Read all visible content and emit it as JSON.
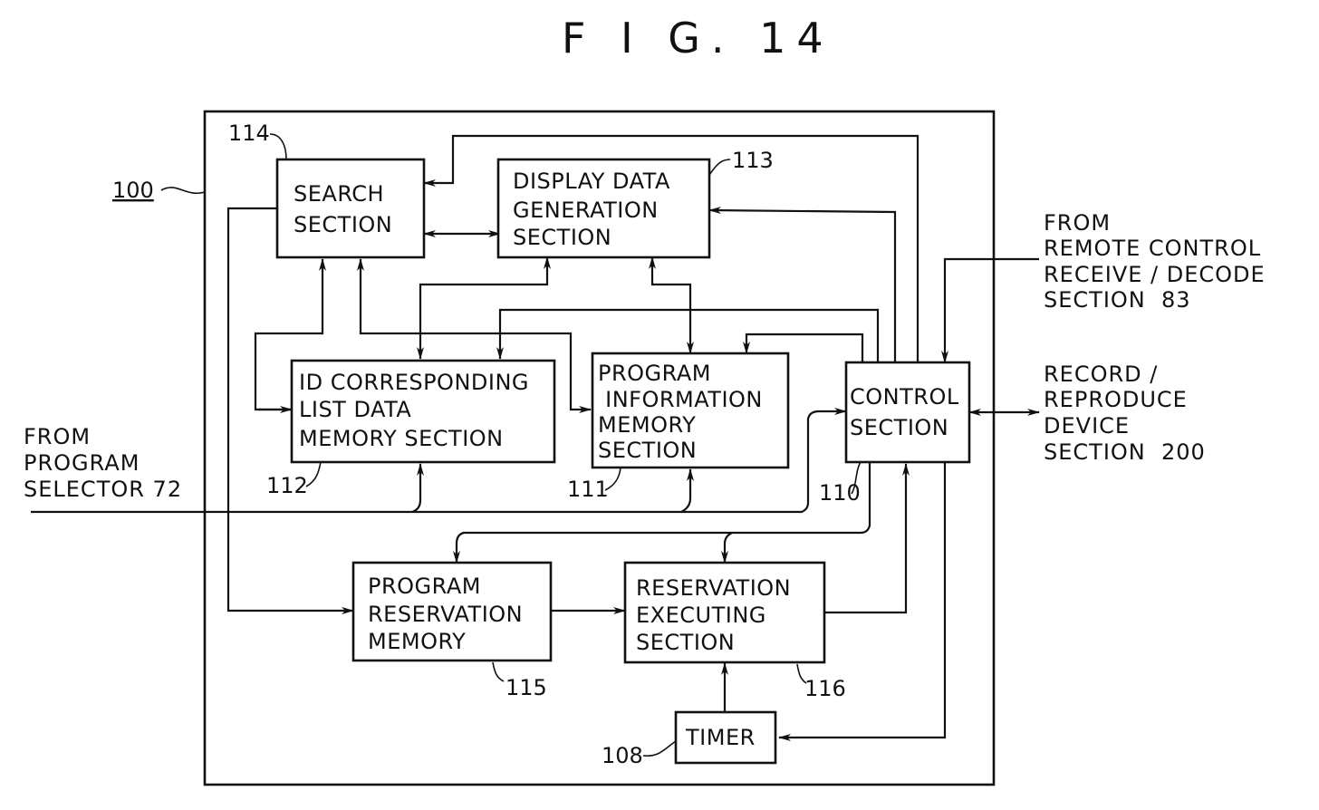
{
  "figure": {
    "title": "F I G. 14",
    "outer_ref": "100"
  },
  "blocks": [
    {
      "id": "search",
      "ref": "114",
      "lines": [
        "SEARCH",
        "SECTION"
      ]
    },
    {
      "id": "display",
      "ref": "113",
      "lines": [
        "DISPLAY DATA",
        "GENERATION",
        "SECTION"
      ]
    },
    {
      "id": "idlist",
      "ref": "112",
      "lines": [
        "ID CORRESPONDING",
        "LIST DATA",
        "MEMORY SECTION"
      ]
    },
    {
      "id": "proginfo",
      "ref": "111",
      "lines": [
        "PROGRAM",
        " INFORMATION",
        "MEMORY",
        "SECTION"
      ]
    },
    {
      "id": "control",
      "ref": "110",
      "lines": [
        "CONTROL",
        "SECTION"
      ]
    },
    {
      "id": "progres",
      "ref": "115",
      "lines": [
        "PROGRAM",
        "RESERVATION",
        "MEMORY"
      ]
    },
    {
      "id": "resexec",
      "ref": "116",
      "lines": [
        "RESERVATION",
        "EXECUTING",
        "SECTION"
      ]
    },
    {
      "id": "timer",
      "ref": "108",
      "lines": [
        "TIMER"
      ]
    }
  ],
  "external": {
    "remote": [
      "FROM",
      "REMOTE CONTROL",
      "RECEIVE / DECODE",
      "SECTION  83"
    ],
    "record": [
      "RECORD /",
      "REPRODUCE",
      "DEVICE",
      "SECTION  200"
    ],
    "selector": [
      "FROM",
      "PROGRAM",
      "SELECTOR 72"
    ]
  }
}
